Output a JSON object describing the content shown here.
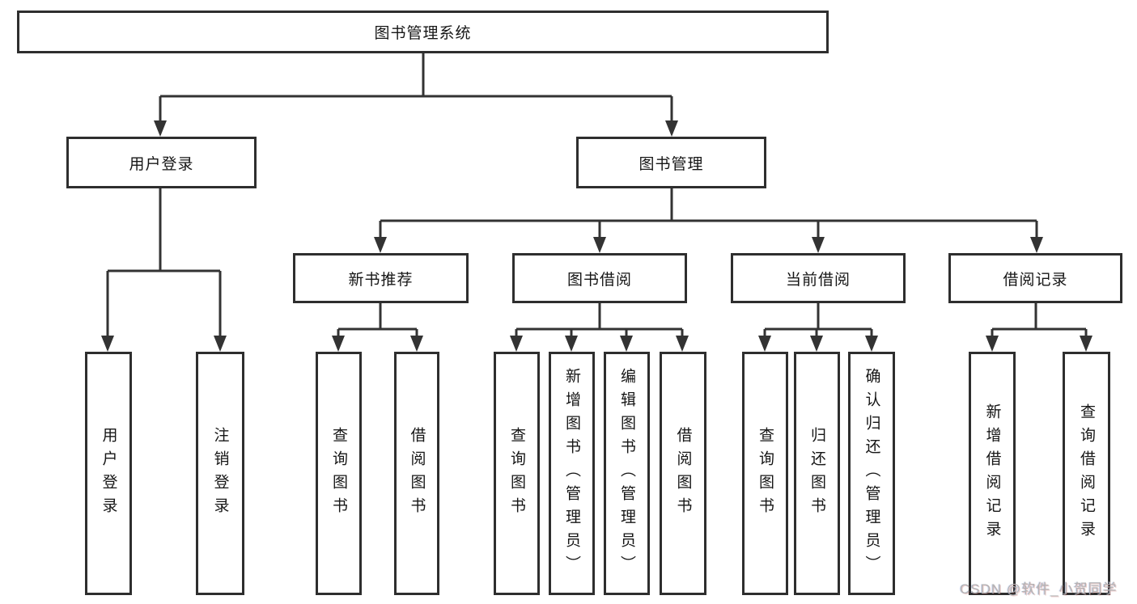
{
  "diagram_title": "图书管理系统",
  "colors": {
    "line": "#333333",
    "box_border": "#2e2e2e",
    "text": "#161616",
    "watermark": "#b4b4b4",
    "background": "#ffffff"
  },
  "root": {
    "label": "图书管理系统"
  },
  "level2": [
    {
      "id": "user-login",
      "label": "用户登录",
      "parent": "图书管理系统"
    },
    {
      "id": "book-management",
      "label": "图书管理",
      "parent": "图书管理系统"
    }
  ],
  "level3": [
    {
      "id": "new-book-recommend",
      "label": "新书推荐",
      "parent": "图书管理"
    },
    {
      "id": "book-borrow",
      "label": "图书借阅",
      "parent": "图书管理"
    },
    {
      "id": "current-borrow",
      "label": "当前借阅",
      "parent": "图书管理"
    },
    {
      "id": "borrow-records",
      "label": "借阅记录",
      "parent": "图书管理"
    }
  ],
  "leaves": [
    {
      "id": "leaf-user-login",
      "label": "用户登录",
      "parent": "用户登录"
    },
    {
      "id": "leaf-logout",
      "label": "注销登录",
      "parent": "用户登录"
    },
    {
      "id": "leaf-query-books-1",
      "label": "查询图书",
      "parent": "新书推荐"
    },
    {
      "id": "leaf-borrow-books-1",
      "label": "借阅图书",
      "parent": "新书推荐"
    },
    {
      "id": "leaf-query-books-2",
      "label": "查询图书",
      "parent": "图书借阅"
    },
    {
      "id": "leaf-add-books-admin",
      "label": "新增图书（管理员）",
      "parent": "图书借阅"
    },
    {
      "id": "leaf-edit-books-admin",
      "label": "编辑图书（管理员）",
      "parent": "图书借阅"
    },
    {
      "id": "leaf-borrow-books-2",
      "label": "借阅图书",
      "parent": "图书借阅"
    },
    {
      "id": "leaf-query-books-3",
      "label": "查询图书",
      "parent": "当前借阅"
    },
    {
      "id": "leaf-return-books",
      "label": "归还图书",
      "parent": "当前借阅"
    },
    {
      "id": "leaf-confirm-return-admin",
      "label": "确认归还（管理员）",
      "parent": "当前借阅"
    },
    {
      "id": "leaf-add-borrow-record",
      "label": "新增借阅记录",
      "parent": "借阅记录"
    },
    {
      "id": "leaf-query-borrow-record",
      "label": "查询借阅记录",
      "parent": "借阅记录"
    }
  ],
  "watermark": {
    "text": "CSDN @软件_小贺同学"
  }
}
